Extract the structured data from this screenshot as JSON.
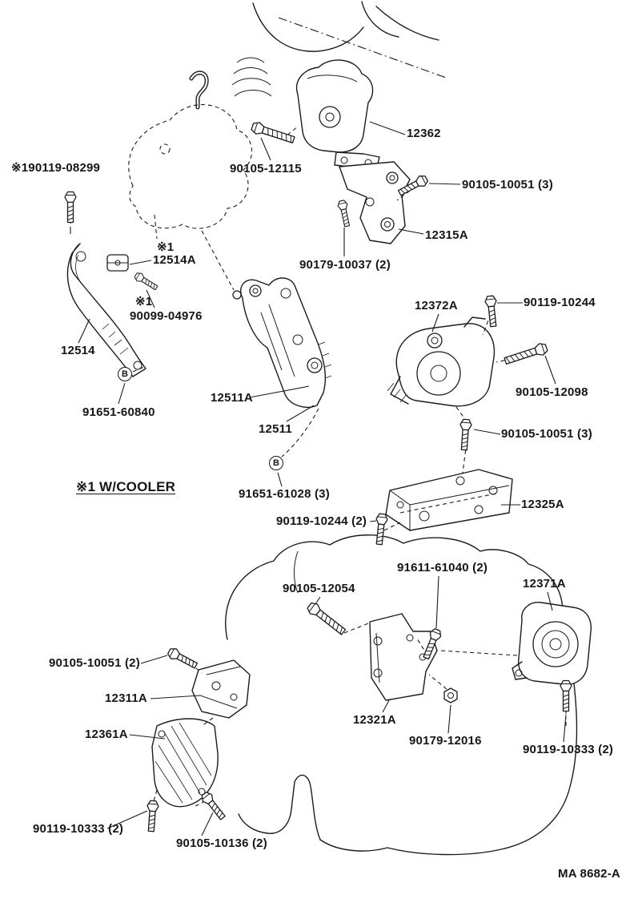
{
  "colors": {
    "ink": "#1c1c1c",
    "paper": "#ffffff"
  },
  "note": "※1 W/COOLER",
  "footer_code": "MA 8682-A",
  "markers": [
    {
      "text": "B"
    },
    {
      "text": "B"
    }
  ],
  "labels": [
    {
      "id": "90119-08299",
      "text": "※190119-08299"
    },
    {
      "id": "90105-12115",
      "text": "90105-12115"
    },
    {
      "id": "12362",
      "text": "12362"
    },
    {
      "id": "90105-10051-a",
      "text": "90105-10051 (3)"
    },
    {
      "id": "12315A",
      "text": "12315A"
    },
    {
      "id": "90179-10037",
      "text": "90179-10037 (2)"
    },
    {
      "id": "note-ref-1",
      "text": "※1"
    },
    {
      "id": "12514A",
      "text": "12514A"
    },
    {
      "id": "note-ref-2",
      "text": "※1"
    },
    {
      "id": "90099-04976",
      "text": "90099-04976"
    },
    {
      "id": "12514",
      "text": "12514"
    },
    {
      "id": "12372A",
      "text": "12372A"
    },
    {
      "id": "90119-10244-a",
      "text": "90119-10244"
    },
    {
      "id": "90105-12098",
      "text": "90105-12098"
    },
    {
      "id": "12511A",
      "text": "12511A"
    },
    {
      "id": "12511",
      "text": "12511"
    },
    {
      "id": "91651-60840",
      "text": "91651-60840"
    },
    {
      "id": "90105-10051-b",
      "text": "90105-10051 (3)"
    },
    {
      "id": "91651-61028",
      "text": "91651-61028 (3)"
    },
    {
      "id": "12325A",
      "text": "12325A"
    },
    {
      "id": "90119-10244-b",
      "text": "90119-10244 (2)"
    },
    {
      "id": "91611-61040",
      "text": "91611-61040 (2)"
    },
    {
      "id": "90105-12054",
      "text": "90105-12054"
    },
    {
      "id": "12371A",
      "text": "12371A"
    },
    {
      "id": "90105-10051-c",
      "text": "90105-10051 (2)"
    },
    {
      "id": "12311A",
      "text": "12311A"
    },
    {
      "id": "12361A",
      "text": "12361A"
    },
    {
      "id": "12321A",
      "text": "12321A"
    },
    {
      "id": "90179-12016",
      "text": "90179-12016"
    },
    {
      "id": "90119-10333-b",
      "text": "90119-10333 (2)"
    },
    {
      "id": "90119-10333-a",
      "text": "90119-10333 (2)"
    },
    {
      "id": "90105-10136",
      "text": "90105-10136 (2)"
    }
  ]
}
